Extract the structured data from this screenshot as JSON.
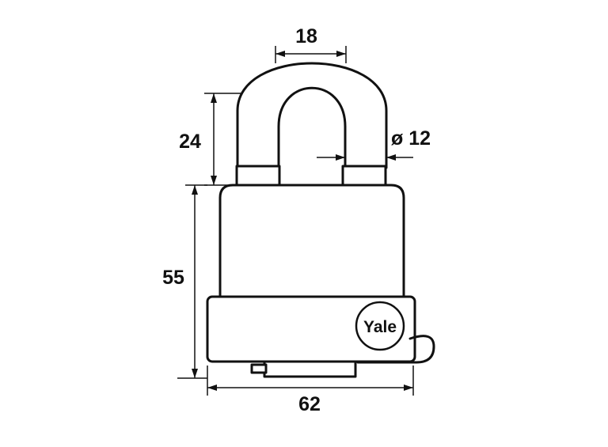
{
  "dimensions": {
    "shackle_width": "18",
    "shackle_height": "24",
    "shackle_diameter": "ø 12",
    "body_height": "55",
    "body_width": "62"
  },
  "logo": {
    "text": "Yale"
  }
}
